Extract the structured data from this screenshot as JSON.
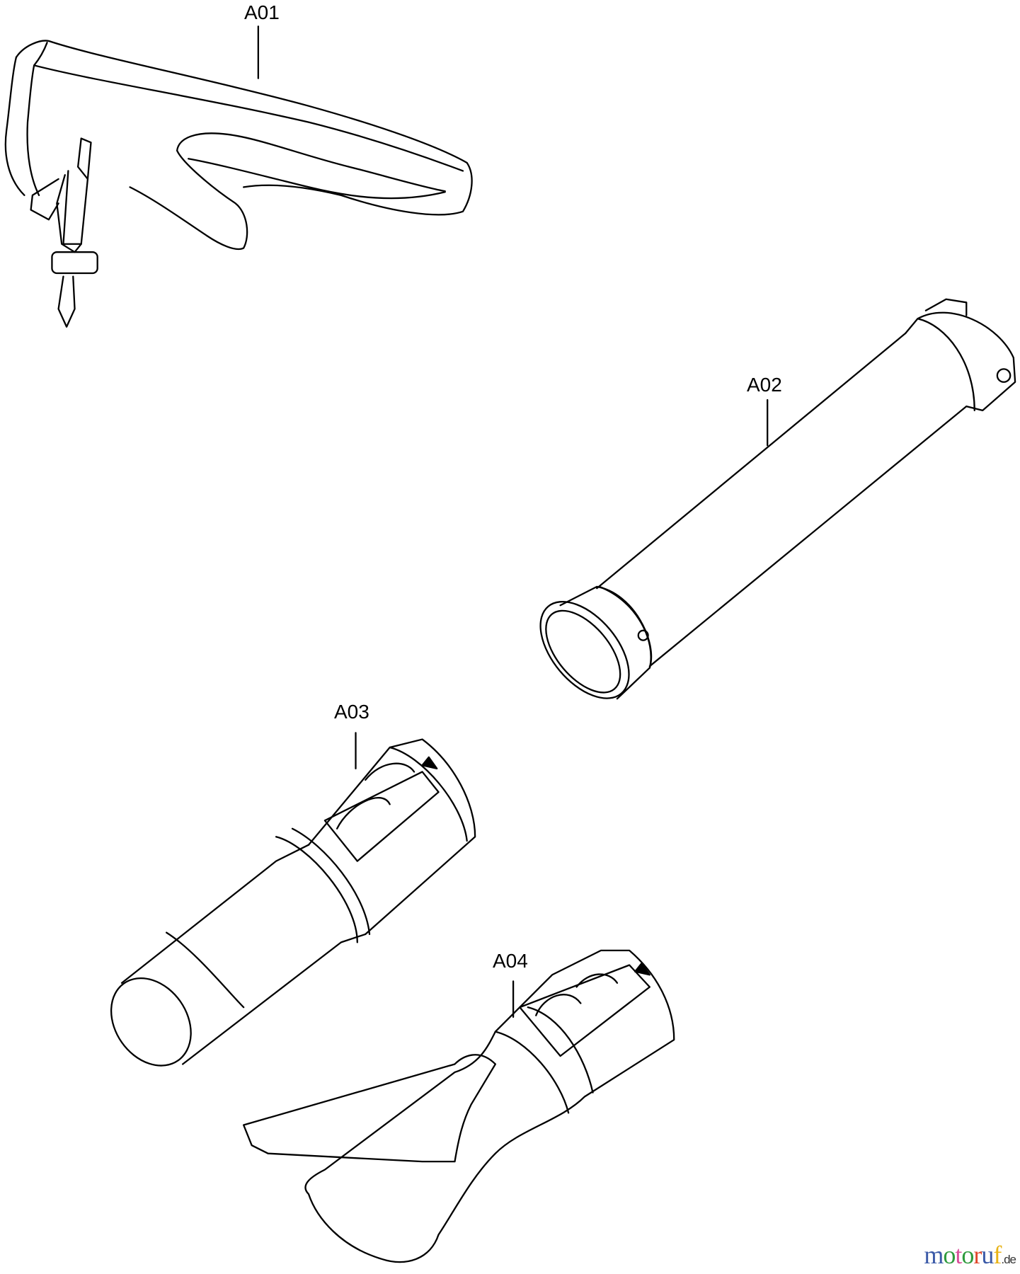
{
  "parts": [
    {
      "label": "A01"
    },
    {
      "label": "A02"
    },
    {
      "label": "A03"
    },
    {
      "label": "A04"
    }
  ],
  "watermark": {
    "text": "motoruf",
    "suffix": ".de",
    "letter_colors": [
      "#3b5aa8",
      "#2e9a3c",
      "#d94f9a",
      "#2e9a3c",
      "#e0472a",
      "#3b5aa8",
      "#e8b317"
    ]
  }
}
